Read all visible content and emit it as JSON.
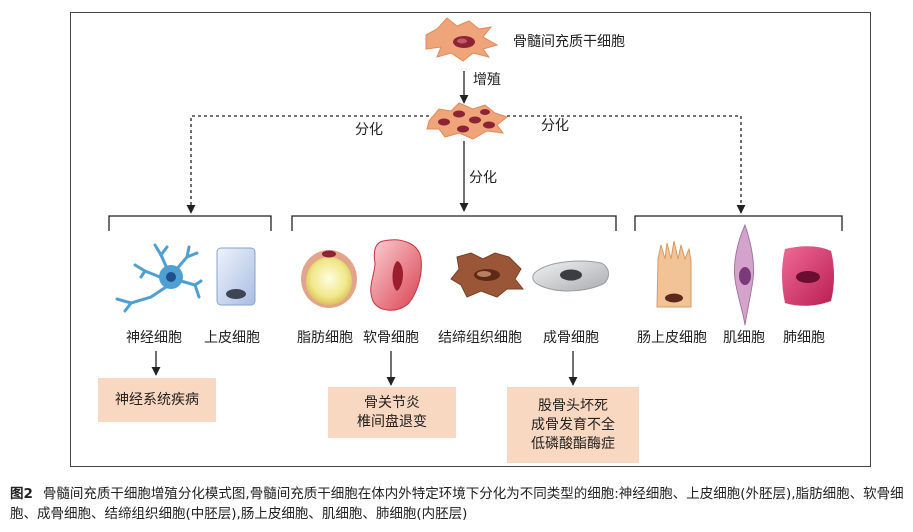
{
  "colors": {
    "line": "#222222",
    "box_fill": "#f9d8c2",
    "stem_cell": "#f0a479",
    "nucleus": "#8c2436",
    "neuron": "#4f9fd1",
    "epithelial": "#c9d7ee",
    "fat": "#f0e88a",
    "cartilage": "#e55c6b",
    "connective": "#9b5637",
    "osteoblast": "#cfd1d3",
    "intestinal": "#f3c398",
    "muscle": "#d3a3cc",
    "lung": "#df3f73"
  },
  "nodes": {
    "stem_cell": "骨髓间充质干细胞",
    "proliferation": "增殖",
    "diff_left": "分化",
    "diff_center": "分化",
    "diff_right": "分化"
  },
  "cells": [
    {
      "id": "neuron",
      "label": "神经细胞",
      "icon": "neuron-icon"
    },
    {
      "id": "epithelial",
      "label": "上皮细胞",
      "icon": "epithelial-cell-icon"
    },
    {
      "id": "adipocyte",
      "label": "脂肪细胞",
      "icon": "adipocyte-icon"
    },
    {
      "id": "chondrocyte",
      "label": "软骨细胞",
      "icon": "chondrocyte-icon"
    },
    {
      "id": "connective",
      "label": "结缔组织细胞",
      "icon": "connective-tissue-cell-icon"
    },
    {
      "id": "osteoblast",
      "label": "成骨细胞",
      "icon": "osteoblast-icon"
    },
    {
      "id": "intestinal",
      "label": "肠上皮细胞",
      "icon": "intestinal-epithelial-cell-icon"
    },
    {
      "id": "myocyte",
      "label": "肌细胞",
      "icon": "myocyte-icon"
    },
    {
      "id": "pneumocyte",
      "label": "肺细胞",
      "icon": "lung-cell-icon"
    }
  ],
  "diseases": {
    "nervous": [
      "神经系统疾病"
    ],
    "cartilage": [
      "骨关节炎",
      "椎间盘退变"
    ],
    "bone": [
      "股骨头坏死",
      "成骨发育不全",
      "低磷酸酯酶症"
    ]
  },
  "caption": {
    "label": "图2",
    "text": "骨髓间充质干细胞增殖分化模式图,骨髓间充质干细胞在体内外特定环境下分化为不同类型的细胞:神经细胞、上皮细胞(外胚层),脂肪细胞、软骨细胞、成骨细胞、结缔组织细胞(中胚层),肠上皮细胞、肌细胞、肺细胞(内胚层)"
  }
}
